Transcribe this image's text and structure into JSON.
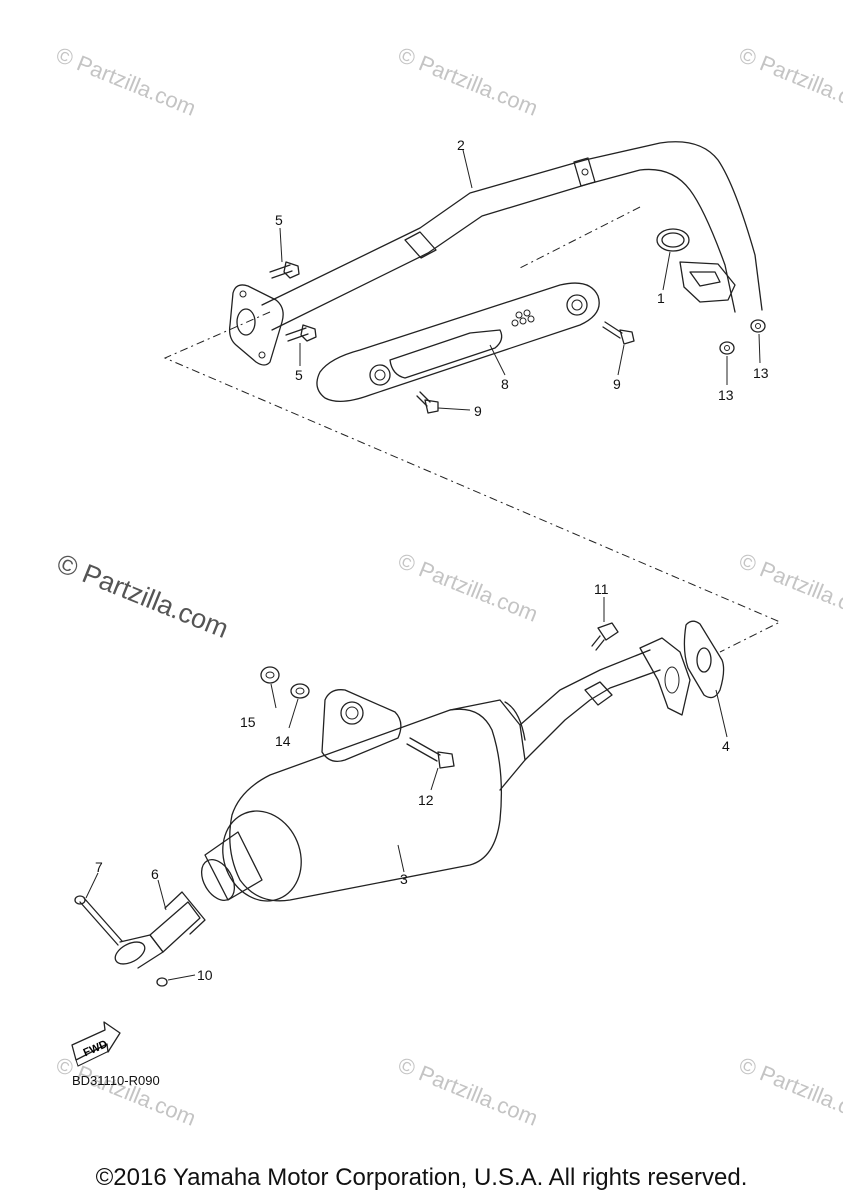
{
  "watermark": "© Partzilla.com",
  "callouts": {
    "c1": "1",
    "c2": "2",
    "c3": "3",
    "c4": "4",
    "c5a": "5",
    "c5b": "5",
    "c6": "6",
    "c7": "7",
    "c8": "8",
    "c9a": "9",
    "c9b": "9",
    "c10": "10",
    "c11": "11",
    "c12": "12",
    "c13a": "13",
    "c13b": "13",
    "c14": "14",
    "c15": "15"
  },
  "fwd_label": "FWD",
  "diagram_code": "BD31110-R090",
  "copyright": "©2016 Yamaha Motor Corporation, U.S.A. All rights reserved."
}
